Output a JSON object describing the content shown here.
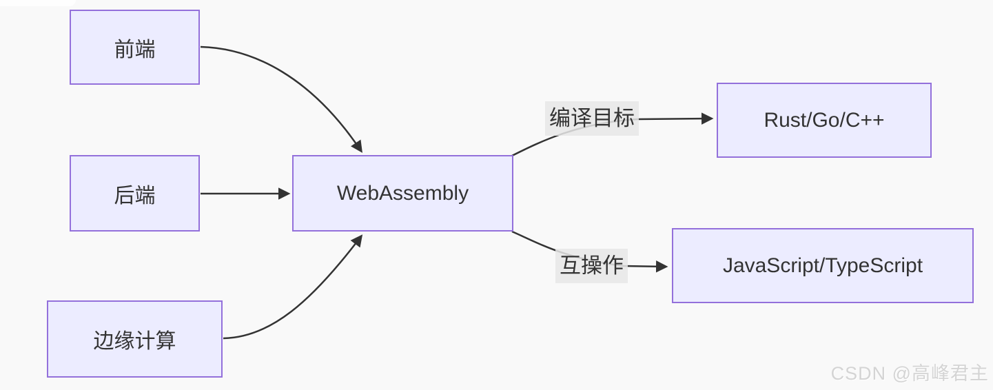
{
  "diagram": {
    "type": "flowchart",
    "direction": "left-to-right",
    "nodes": [
      {
        "id": "frontend",
        "label": "前端"
      },
      {
        "id": "backend",
        "label": "后端"
      },
      {
        "id": "edge-computing",
        "label": "边缘计算"
      },
      {
        "id": "webassembly",
        "label": "WebAssembly"
      },
      {
        "id": "rust-go-cpp",
        "label": "Rust/Go/C++"
      },
      {
        "id": "js-ts",
        "label": "JavaScript/TypeScript"
      }
    ],
    "edges": [
      {
        "from": "前端",
        "to": "WebAssembly",
        "label": ""
      },
      {
        "from": "后端",
        "to": "WebAssembly",
        "label": ""
      },
      {
        "from": "边缘计算",
        "to": "WebAssembly",
        "label": ""
      },
      {
        "from": "WebAssembly",
        "to": "Rust/Go/C++",
        "label": "编译目标"
      },
      {
        "from": "WebAssembly",
        "to": "JavaScript/TypeScript",
        "label": "互操作"
      }
    ],
    "colors": {
      "canvas_background": "#f9f9f9",
      "node_fill": "#ececff",
      "node_border": "#9370db",
      "node_text": "#333333",
      "edge_stroke": "#333333",
      "edge_label_background": "#e8e8e8",
      "edge_label_text": "#333333",
      "watermark_text_color": "#d4d4d4"
    }
  },
  "watermark": {
    "text": "CSDN @高峰君主"
  }
}
